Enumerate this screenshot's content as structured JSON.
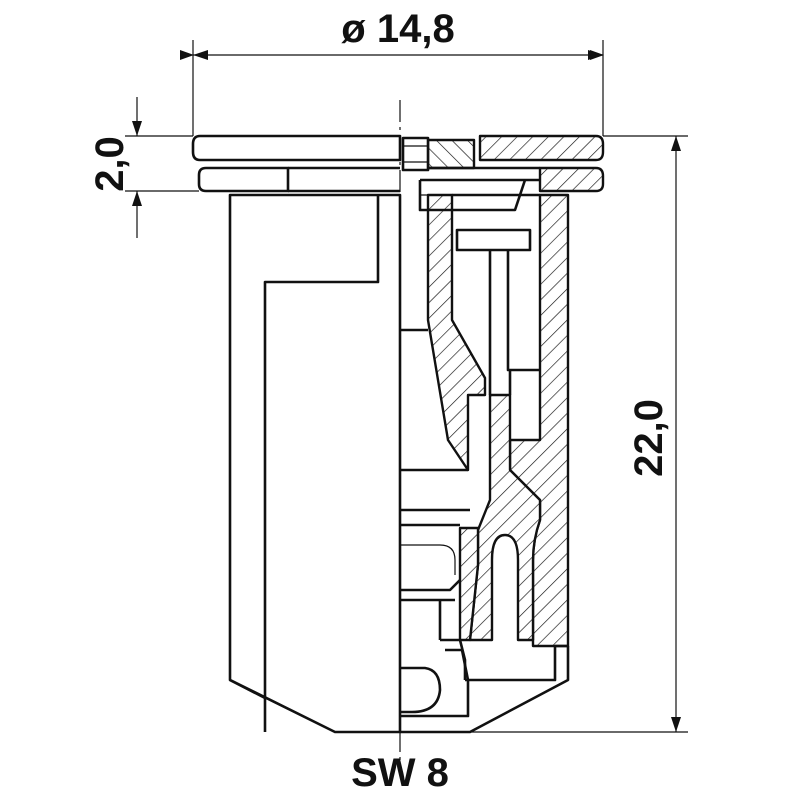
{
  "drawing": {
    "dimensions": {
      "outer_diameter": "ø 14,8",
      "flange_thickness": "2,0",
      "overall_height": "22,0",
      "wrench_size": "SW 8"
    }
  }
}
